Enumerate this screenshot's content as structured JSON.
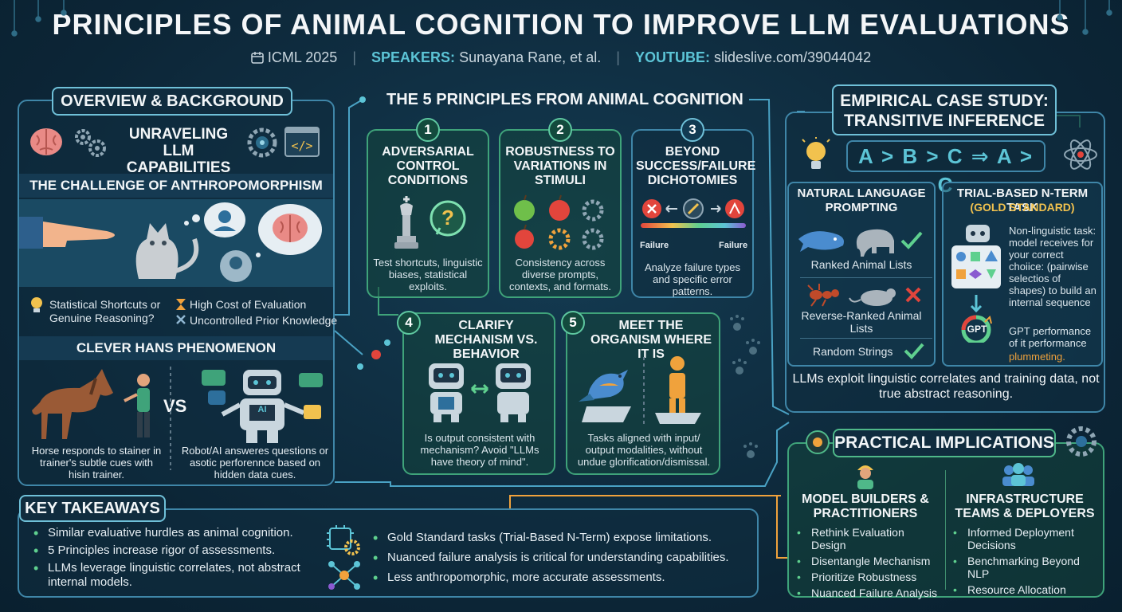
{
  "header": {
    "title": "PRINCIPLES OF ANIMAL COGNITION TO IMPROVE LLM EVALUATIONS",
    "conference": "ICML 2025",
    "speakers_label": "SPEAKERS:",
    "speakers": "Sunayana Rane, et al.",
    "youtube_label": "YOUTUBE:",
    "youtube": "slideslive.com/39044042"
  },
  "overview": {
    "badge": "OVERVIEW & BACKGROUND",
    "heading": "UNRAVELING LLM CAPABILITIES",
    "challenge_title": "THE CHALLENGE OF ANTHROPOMORPHISM",
    "bullet_1": "Statistical Shortcuts or Genuine Reasoning?",
    "bullet_2": "High Cost of Evaluation",
    "bullet_3": "Uncontrolled Prior Knowledge",
    "hans_title": "CLEVER HANS PHENOMENON",
    "vs": "VS",
    "ai_label": "AI",
    "horse_caption": "Horse responds to stainer in trainer's subtle cues with hisin trainer.",
    "robot_caption": "Robot/AI answeres questions or asotic perforennce based on hidden data cues."
  },
  "principles": {
    "heading": "THE 5 PRINCIPLES FROM ANIMAL COGNITION",
    "p1": {
      "num": "1",
      "title": "ADVERSARIAL CONTROL CONDITIONS",
      "text": "Test shortcuts, linguistic biases, statistical exploits."
    },
    "p2": {
      "num": "2",
      "title": "ROBUSTNESS TO VARIATIONS IN STIMULI",
      "text": "Consistency across diverse prompts, contexts, and formats."
    },
    "p3": {
      "num": "3",
      "title": "BEYOND SUCCESS/FAILURE DICHOTOMIES",
      "left_label": "Failure",
      "right_label": "Failure",
      "text": "Analyze failure types and specific error patterns."
    },
    "p4": {
      "num": "4",
      "title": "CLARIFY MECHANISM VS. BEHAVIOR",
      "text": "Is output consistent with mechanism? Avoid \"LLMs have theory of mind\"."
    },
    "p5": {
      "num": "5",
      "title": "MEET THE ORGANISM WHERE IT IS",
      "text": "Tasks aligned with input/ output modalities, without undue glorification/dismissal."
    }
  },
  "case_study": {
    "badge": "EMPIRICAL CASE STUDY: TRANSITIVE INFERENCE",
    "formula": "A > B > C ⇒ A > C",
    "nl_title": "NATURAL LANGUAGE PROMPTING",
    "nl_1": "Ranked Animal Lists",
    "nl_2": "Reverse-Ranked Animal Lists",
    "nl_3": "Random Strings",
    "trial_title": "TRIAL-BASED N-TERM TASK",
    "trial_sub": "(GOLD STANDARD)",
    "trial_text": "Non-linguistic task: model receives for your correct choiice: (pairwise selectios of shapes) to build an internal sequence",
    "gpt_label": "GPT",
    "gpt_text_1": "GPT performance of it performance",
    "gpt_text_2": "plummeting.",
    "conclusion": "LLMs exploit linguistic correlates and training data, not true abstract reasoning."
  },
  "implications": {
    "badge": "PRACTICAL IMPLICATIONS",
    "left_title": "MODEL BUILDERS & PRACTITIONERS",
    "left_items": [
      "Rethink Evaluation Design",
      "Disentangle Mechanism",
      "Prioritize Robustness",
      "Nuanced Failure Analysis"
    ],
    "right_title": "INFRASTRUCTURE TEAMS & DEPLOYERS",
    "right_items": [
      "Informed Deployment Decisions",
      "Benchmarking Beyond NLP",
      "Resource Allocation"
    ]
  },
  "takeaways": {
    "badge": "KEY TAKEAWAYS",
    "left": [
      "Similar evaluative hurdles as animal cognition.",
      "5 Principles increase rigor of assessments.",
      "LLMs leverage linguistic correlates, not abstract internal models."
    ],
    "right": [
      "Gold Standard tasks (Trial-Based N-Term) expose limitations.",
      "Nuanced failure analysis is critical for understanding capabilities.",
      "Less anthropomorphic, more accurate assessments."
    ]
  },
  "colors": {
    "accent_cyan": "#5cc4d6",
    "accent_green": "#4fb889",
    "check_green": "#5fd08f",
    "cross_red": "#e2453c",
    "gold": "#f2c24e",
    "orange": "#f0a23c"
  }
}
